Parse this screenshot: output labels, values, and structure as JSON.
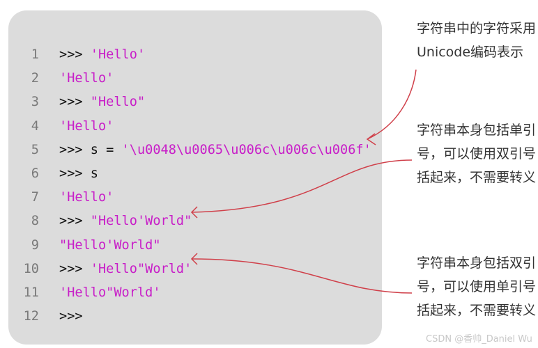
{
  "code_lines": [
    {
      "num": "1",
      "prompt": ">>> ",
      "code": "'Hello'",
      "kind": "input"
    },
    {
      "num": "2",
      "prompt": "",
      "code": "'Hello'",
      "kind": "output"
    },
    {
      "num": "3",
      "prompt": ">>> ",
      "code": "\"Hello\"",
      "kind": "input"
    },
    {
      "num": "4",
      "prompt": "",
      "code": "'Hello'",
      "kind": "output"
    },
    {
      "num": "5",
      "prompt": ">>> s = ",
      "code": "'\\u0048\\u0065\\u006c\\u006c\\u006f'",
      "kind": "input"
    },
    {
      "num": "6",
      "prompt": ">>> s",
      "code": "",
      "kind": "input"
    },
    {
      "num": "7",
      "prompt": "",
      "code": "'Hello'",
      "kind": "output"
    },
    {
      "num": "8",
      "prompt": ">>> ",
      "code": "\"Hello'World\"",
      "kind": "input"
    },
    {
      "num": "9",
      "prompt": "",
      "code": "\"Hello'World\"",
      "kind": "output"
    },
    {
      "num": "10",
      "prompt": ">>> ",
      "code": "'Hello\"World'",
      "kind": "input"
    },
    {
      "num": "11",
      "prompt": "",
      "code": "'Hello\"World'",
      "kind": "output"
    },
    {
      "num": "12",
      "prompt": ">>>",
      "code": "",
      "kind": "input"
    }
  ],
  "annotations": [
    {
      "lines": [
        "字符串中的字符采用",
        "Unicode编码表示"
      ]
    },
    {
      "lines": [
        "字符串本身包括单引",
        "号，可以使用双引号",
        "括起来，不需要转义"
      ]
    },
    {
      "lines": [
        "字符串本身包括双引",
        "号，可以使用单引号",
        "括起来，不需要转义"
      ]
    }
  ],
  "watermark": "CSDN @香帅_Daniel Wu",
  "colors": {
    "panel": "#dcdcdc",
    "string": "#c81ec8",
    "arrow": "#d0404a",
    "line_number": "#7a7a7a"
  }
}
